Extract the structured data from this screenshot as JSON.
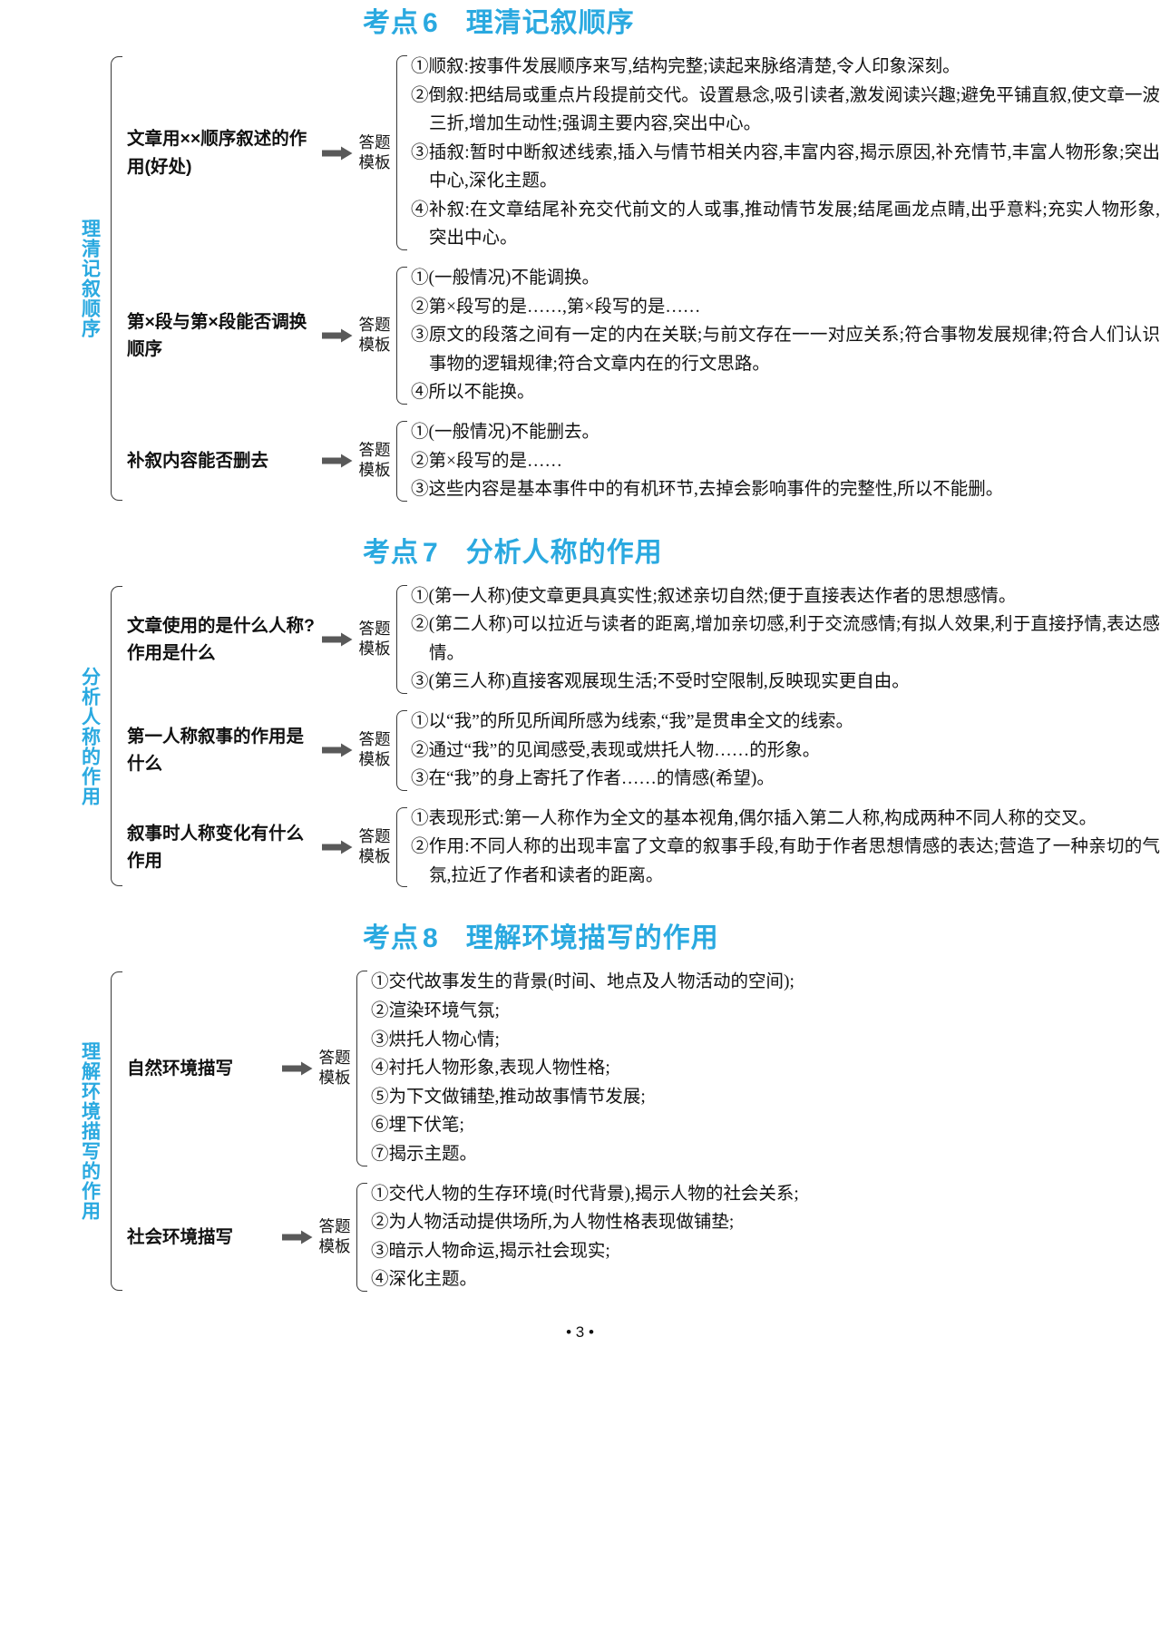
{
  "page": {
    "number": "• 3 •",
    "accent_color": "#2aa9e0",
    "text_color": "#111111"
  },
  "sections": [
    {
      "id": "kaodian-6",
      "title_prefix": "考点",
      "title_number": "6",
      "title_name": "理清记叙顺序",
      "spine_label": "理清记叙顺序",
      "template_label": "答题\n模板",
      "rows": [
        {
          "node": "文章用××顺序叙述的作用(好处)",
          "template": "答题模板",
          "items": [
            "①顺叙:按事件发展顺序来写,结构完整;读起来脉络清楚,令人印象深刻。",
            "②倒叙:把结局或重点片段提前交代。设置悬念,吸引读者,激发阅读兴趣;避免平铺直叙,使文章一波三折,增加生动性;强调主要内容,突出中心。",
            "③插叙:暂时中断叙述线索,插入与情节相关内容,丰富内容,揭示原因,补充情节,丰富人物形象;突出中心,深化主题。",
            "④补叙:在文章结尾补充交代前文的人或事,推动情节发展;结尾画龙点睛,出乎意料;充实人物形象,突出中心。"
          ]
        },
        {
          "node": "第×段与第×段能否调换顺序",
          "template": "答题模板",
          "items": [
            "①(一般情况)不能调换。",
            "②第×段写的是……,第×段写的是……",
            "③原文的段落之间有一定的内在关联;与前文存在一一对应关系;符合事物发展规律;符合人们认识事物的逻辑规律;符合文章内在的行文思路。",
            "④所以不能换。"
          ]
        },
        {
          "node": "补叙内容能否删去",
          "template": "答题模板",
          "items": [
            "①(一般情况)不能删去。",
            "②第×段写的是……",
            "③这些内容是基本事件中的有机环节,去掉会影响事件的完整性,所以不能删。"
          ]
        }
      ]
    },
    {
      "id": "kaodian-7",
      "title_prefix": "考点",
      "title_number": "7",
      "title_name": "分析人称的作用",
      "spine_label": "分析人称的作用",
      "template_label": "答题\n模板",
      "rows": [
        {
          "node": "文章使用的是什么人称?作用是什么",
          "template": "答题模板",
          "items": [
            "①(第一人称)使文章更具真实性;叙述亲切自然;便于直接表达作者的思想感情。",
            "②(第二人称)可以拉近与读者的距离,增加亲切感,利于交流感情;有拟人效果,利于直接抒情,表达感情。",
            "③(第三人称)直接客观展现生活;不受时空限制,反映现实更自由。"
          ]
        },
        {
          "node": "第一人称叙事的作用是什么",
          "template": "答题模板",
          "items": [
            "①以“我”的所见所闻所感为线索,“我”是贯串全文的线索。",
            "②通过“我”的见闻感受,表现或烘托人物……的形象。",
            "③在“我”的身上寄托了作者……的情感(希望)。"
          ]
        },
        {
          "node": "叙事时人称变化有什么作用",
          "template": "答题模板",
          "items": [
            "①表现形式:第一人称作为全文的基本视角,偶尔插入第二人称,构成两种不同人称的交叉。",
            "②作用:不同人称的出现丰富了文章的叙事手段,有助于作者思想情感的表达;营造了一种亲切的气氛,拉近了作者和读者的距离。"
          ]
        }
      ]
    },
    {
      "id": "kaodian-8",
      "title_prefix": "考点",
      "title_number": "8",
      "title_name": "理解环境描写的作用",
      "spine_label": "理解环境描写的作用",
      "template_label": "答题\n模板",
      "rows": [
        {
          "node": "自然环境描写",
          "template": "答题模板",
          "items": [
            "①交代故事发生的背景(时间、地点及人物活动的空间);",
            "②渲染环境气氛;",
            "③烘托人物心情;",
            "④衬托人物形象,表现人物性格;",
            "⑤为下文做铺垫,推动故事情节发展;",
            "⑥埋下伏笔;",
            "⑦揭示主题。"
          ]
        },
        {
          "node": "社会环境描写",
          "template": "答题模板",
          "items": [
            "①交代人物的生存环境(时代背景),揭示人物的社会关系;",
            "②为人物活动提供场所,为人物性格表现做铺垫;",
            "③暗示人物命运,揭示社会现实;",
            "④深化主题。"
          ]
        }
      ]
    }
  ]
}
